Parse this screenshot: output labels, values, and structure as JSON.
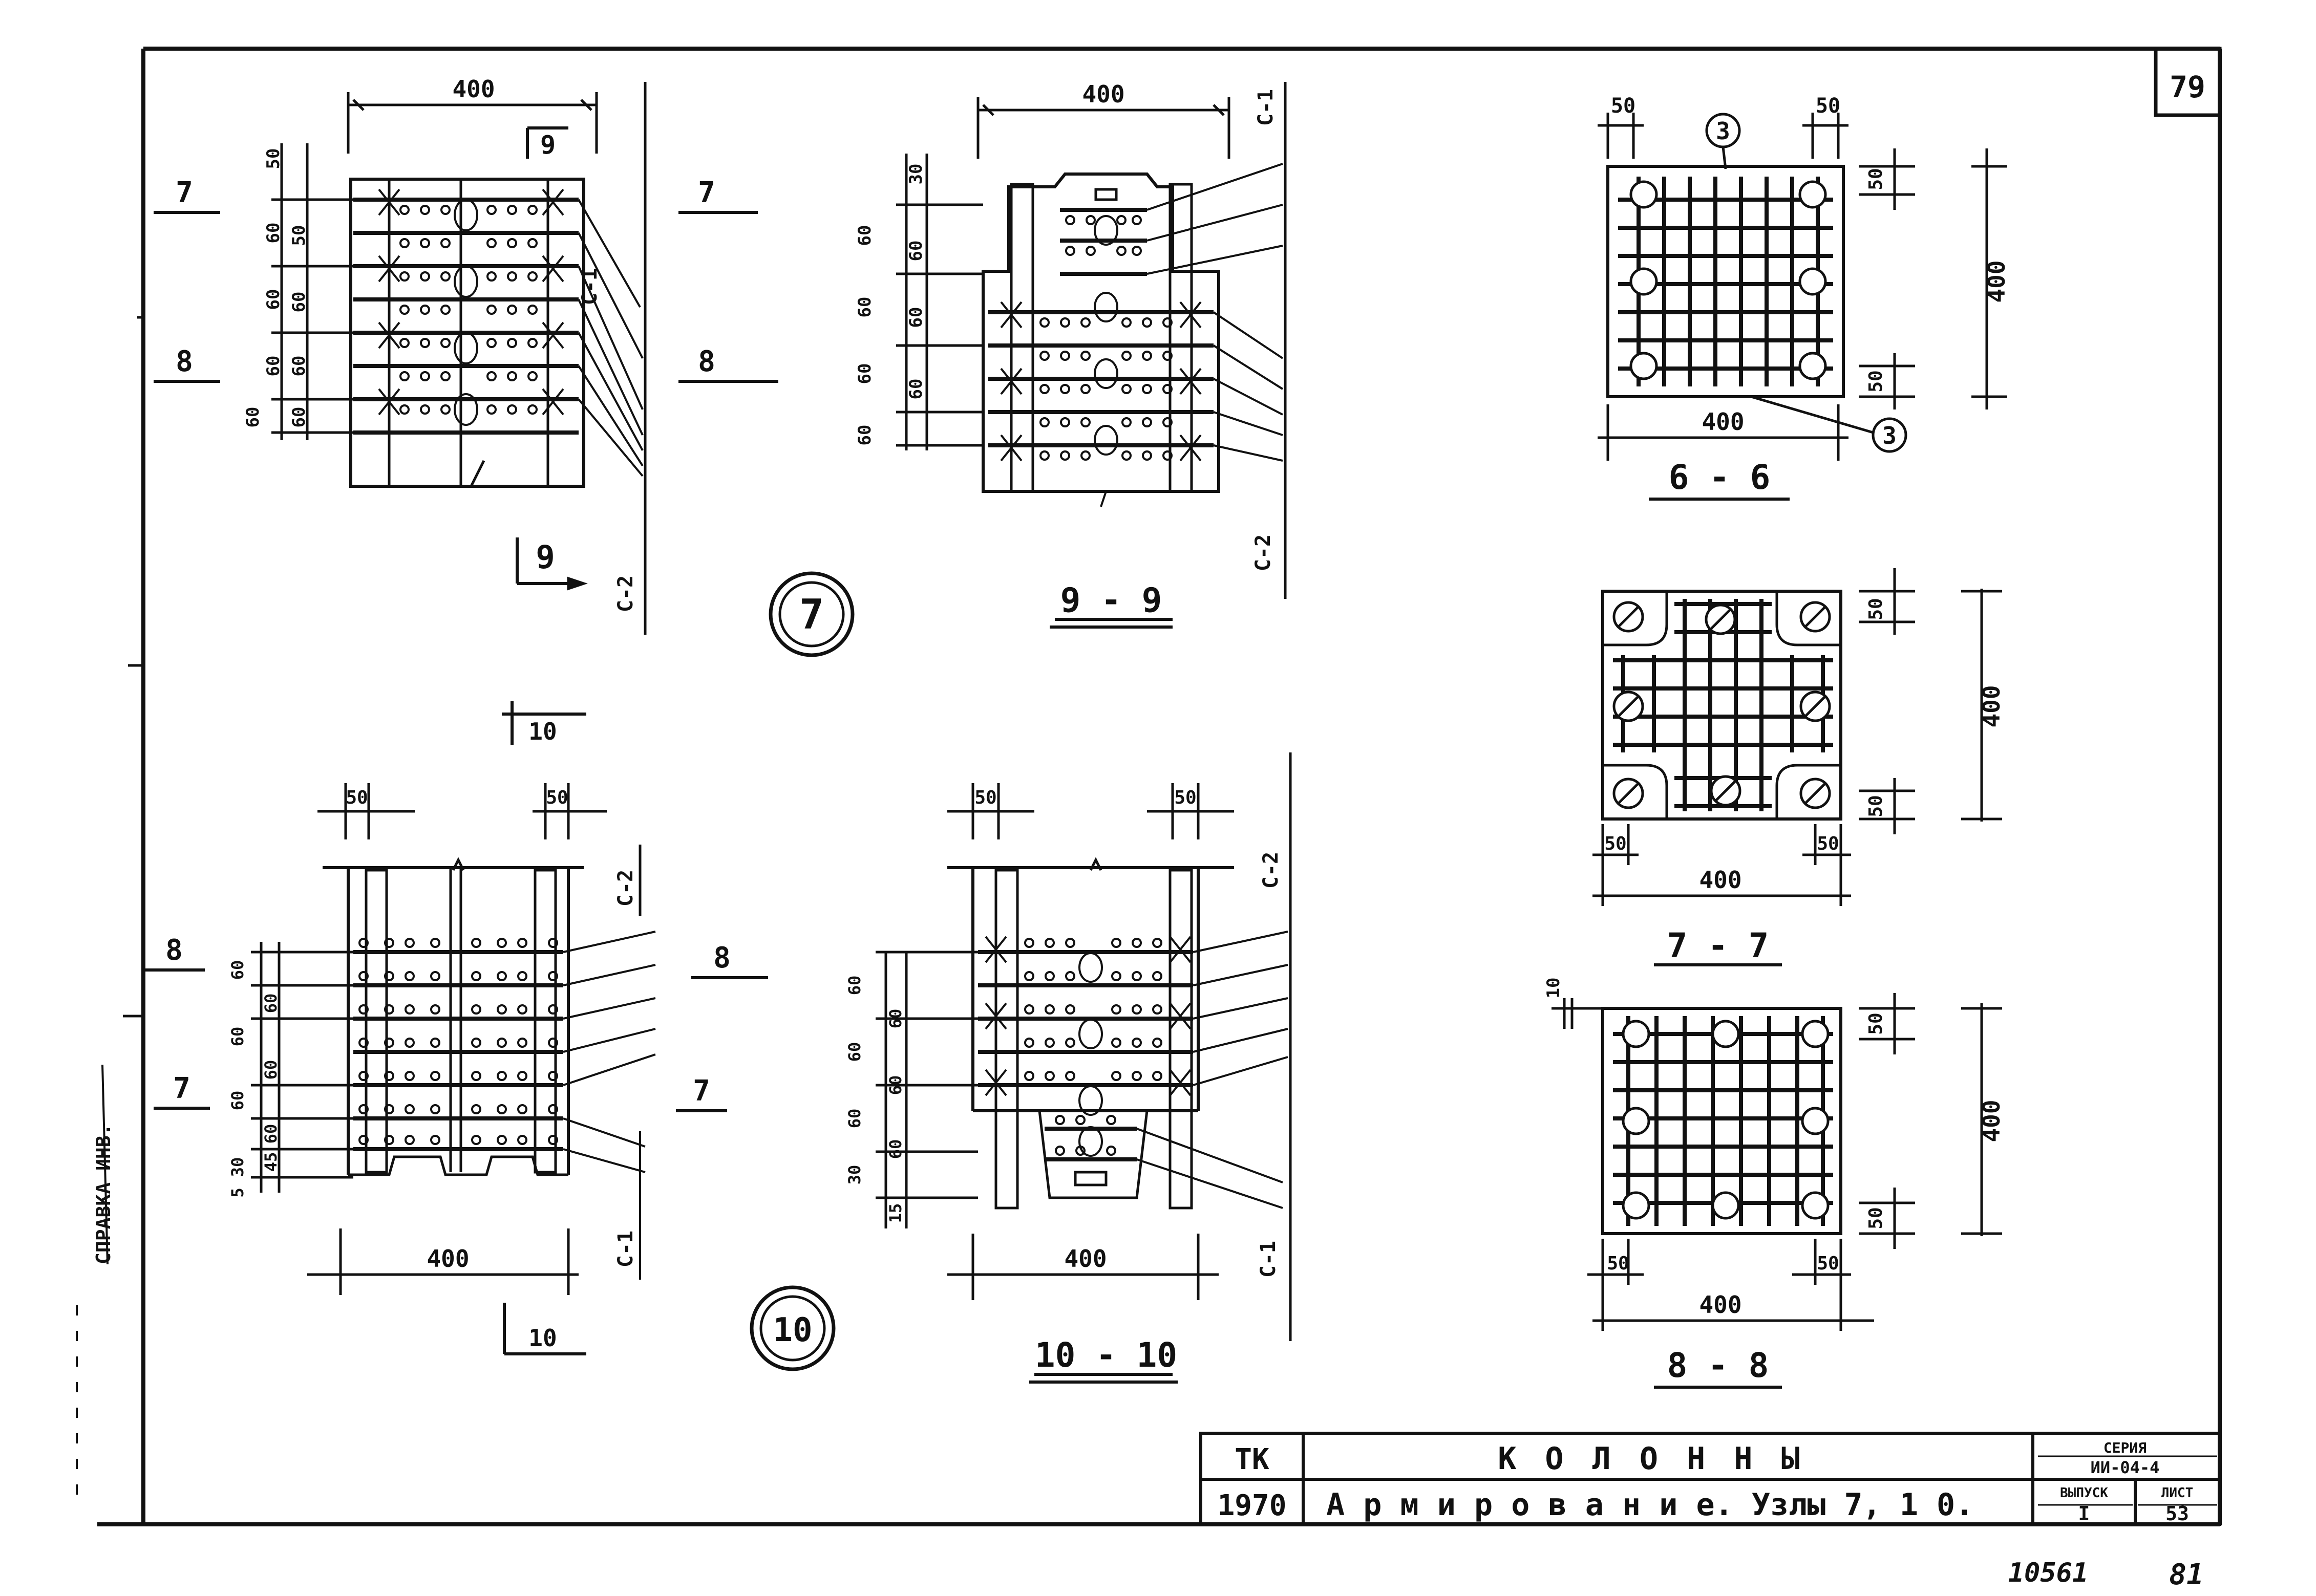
{
  "sheet": {
    "page_number": "79",
    "bottom_note_left": "10561",
    "bottom_note_right": "81",
    "detail_7_marker": "7",
    "detail_10_marker": "10",
    "margin_stamp": "СПРАВКА ИНВ."
  },
  "section_9_elevation": {
    "overall_dim": "400",
    "cut_left_top": "7",
    "cut_right_top": "7",
    "cut_left_bottom": "8",
    "cut_right_bottom": "8",
    "cut_mark_top": "9",
    "cut_mark_bottom": "9",
    "ref_top": "С-1",
    "ref_bottom": "С-2",
    "spacing_outer": [
      "50",
      "60",
      "60",
      "60",
      "60"
    ],
    "spacing_inner": [
      "50",
      "60",
      "60",
      "60"
    ]
  },
  "section_9_9": {
    "title": "9 - 9",
    "overall_dim": "400",
    "ref_top": "С-1",
    "ref_bottom": "С-2",
    "spacing_outer": [
      "30",
      "60",
      "60",
      "60",
      "60"
    ],
    "spacing_inner": [
      "60",
      "60",
      "60"
    ]
  },
  "section_10_elevation": {
    "overall_dim": "400",
    "dim_left": "50",
    "dim_right": "50",
    "cut_left_top": "8",
    "cut_right_top": "8",
    "cut_left_bottom": "7",
    "cut_right_bottom": "7",
    "cut_mark_top": "10",
    "cut_mark_bottom": "10",
    "ref_top": "С-2",
    "ref_bottom": "С-1",
    "spacing_outer": [
      "60",
      "60",
      "60",
      "30",
      "5"
    ],
    "spacing_inner": [
      "60",
      "60",
      "60",
      "45"
    ]
  },
  "section_10_10": {
    "title": "10 - 10",
    "overall_dim": "400",
    "dim_left": "50",
    "dim_right": "50",
    "ref_top": "С-2",
    "ref_bottom": "С-1",
    "spacing_outer": [
      "60",
      "60",
      "60",
      "30",
      "15"
    ],
    "spacing_inner": [
      "60",
      "60",
      "60"
    ]
  },
  "section_6_6": {
    "title": "6 - 6",
    "overall_dim": "400",
    "height_dim": "400",
    "dim_left": "50",
    "dim_right": "50",
    "dim_top": "50",
    "dim_bottom": "50",
    "callout_top": "3",
    "callout_bottom": "3"
  },
  "section_7_7": {
    "title": "7 - 7",
    "overall_dim": "400",
    "height_dim": "400",
    "dim_left": "50",
    "dim_right": "50",
    "dim_top": "50",
    "dim_bottom": "50"
  },
  "section_8_8": {
    "title": "8 - 8",
    "overall_dim": "400",
    "height_dim": "400",
    "dim_left": "50",
    "dim_right": "50",
    "dim_top": "50",
    "dim_bottom": "50",
    "dim_gap": "10"
  },
  "title_block": {
    "org": "ТК",
    "year": "1970",
    "name": "К О Л О Н Н Ы",
    "subtitle": "А р м и р о в а н и е. Узлы 7, 1 0.",
    "series_label": "СЕРИЯ",
    "series_value": "ИИ-04-4",
    "issue_label": "ВЫПУСК",
    "issue_value": "I",
    "sheet_label": "ЛИСТ",
    "sheet_value": "53"
  }
}
